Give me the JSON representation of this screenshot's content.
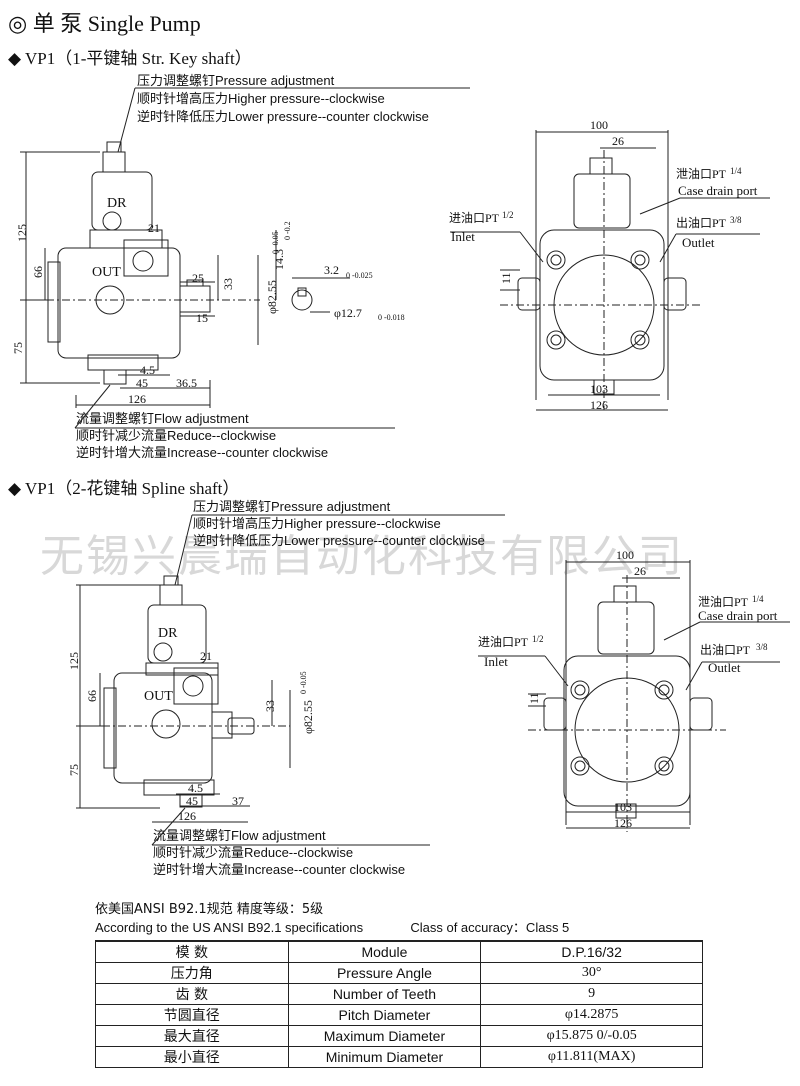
{
  "title": "◎ 单  泵  Single Pump",
  "watermark": "无锡兴晨瑞自动化科技有限公司",
  "sections": [
    {
      "heading": "◆  VP1（1-平键轴 Str. Key shaft）",
      "pressure_notes": [
        "压力调整螺钉Pressure adjustment",
        "顺时针增高压力Higher pressure--clockwise",
        "逆时针降低压力Lower pressure--counter clockwise"
      ],
      "flow_notes": [
        "流量调整螺钉Flow  adjustment",
        "顺时针减少流量Reduce--clockwise",
        "逆时针增大流量Increase--counter clockwise"
      ],
      "dims": {
        "d125": "125",
        "d66": "66",
        "d75": "75",
        "d21": "21",
        "d25": "25",
        "d33": "33",
        "d15": "15",
        "d45a": "4.5",
        "d45": "45",
        "d365": "36.5",
        "d126": "126",
        "d143": "14.3",
        "d143tol": "0\n-0.2",
        "dphi8255": "φ82.55",
        "dphi8255tol": "0\n-0.05",
        "d32": "3.2",
        "d32tol": "0\n-0.025",
        "dphi127": "φ12.7",
        "dphi127tol": "0\n-0.018"
      },
      "ports": {
        "dr": "DR",
        "out": "OUT"
      }
    },
    {
      "heading": "◆  VP1（2-花键轴 Spline shaft）",
      "pressure_notes": [
        "压力调整螺钉Pressure adjustment",
        "顺时针增高压力Higher pressure--clockwise",
        "逆时针降低压力Lower pressure--counter clockwise"
      ],
      "flow_notes": [
        "流量调整螺钉Flow  adjustment",
        "顺时针减少流量Reduce--clockwise",
        "逆时针增大流量Increase--counter clockwise"
      ],
      "dims": {
        "d125": "125",
        "d66": "66",
        "d75": "75",
        "d21": "21",
        "d33": "33",
        "d45a": "4.5",
        "d45": "45",
        "d37": "37",
        "d126": "126",
        "dphi8255": "φ82.55",
        "dphi8255tol": "0\n-0.05"
      },
      "ports": {
        "dr": "DR",
        "out": "OUT"
      }
    }
  ],
  "front_view": {
    "d100": "100",
    "d26": "26",
    "d11": "11",
    "d103": "103",
    "d126": "126",
    "drain": "泄油口PT",
    "drain_frac": "1/4",
    "drain_en": "Case drain port",
    "inlet": "进油口PT",
    "inlet_frac": "1/2",
    "inlet_en": "Inlet",
    "outlet": "出油口PT",
    "outlet_frac": "3/8",
    "outlet_en": "Outlet"
  },
  "spec": {
    "line1": "依美国ANSI B92.1规范     精度等级：5级",
    "line2a": "According to the US ANSI B92.1 specifications",
    "line2b": "Class of accuracy：Class 5"
  },
  "gear_table": [
    {
      "cn": "模  数",
      "en": "Module",
      "val": "D.P.16/32"
    },
    {
      "cn": "压力角",
      "en": "Pressure  Angle",
      "val": "30°"
    },
    {
      "cn": "齿  数",
      "en": "Number  of  Teeth",
      "val": "9"
    },
    {
      "cn": "节圆直径",
      "en": "Pitch  Diameter",
      "val": "φ14.2875"
    },
    {
      "cn": "最大直径",
      "en": "Maximum  Diameter",
      "val": "φ15.875 0/-0.05"
    },
    {
      "cn": "最小直径",
      "en": "Minimum  Diameter",
      "val": "φ11.811(MAX)"
    }
  ]
}
